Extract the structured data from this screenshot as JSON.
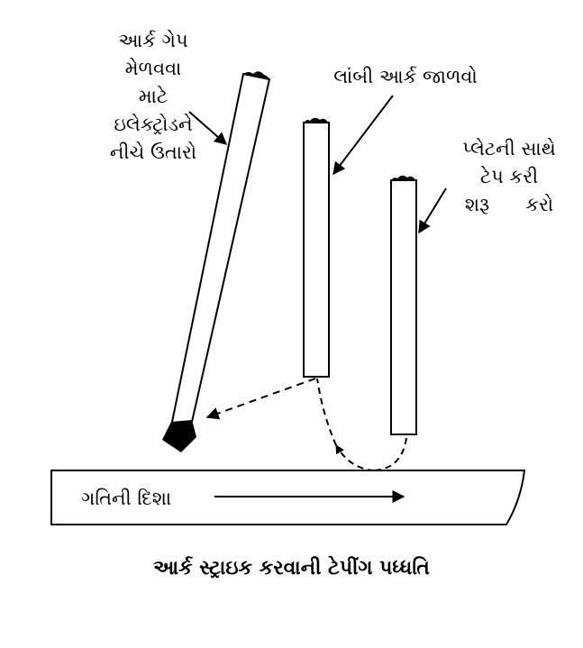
{
  "labels": {
    "lower_electrode": [
      "આર્ક ગેપ",
      "મેળવવા",
      "માટે",
      "ઇલેક્ટ્રોડને",
      "નીચે ઉતારો"
    ],
    "long_arc": "લાંબી આર્ક જાળવો",
    "tap_plate": [
      "પ્લેટની સાથે",
      "ટેપ કરી",
      "શરૂ      કરો"
    ],
    "direction": "ગતિની દિશા"
  },
  "caption": "આર્ક સ્ટ્રાઇક કરવાની ટેપીંગ પધ્ધતિ"
}
